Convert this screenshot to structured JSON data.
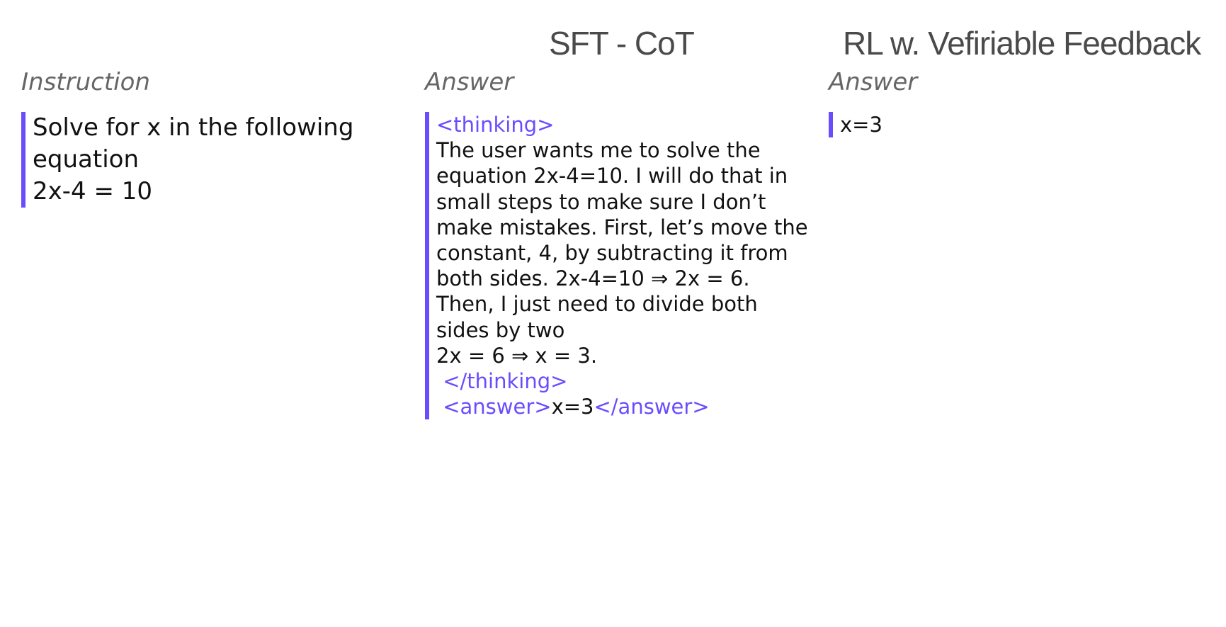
{
  "headers": {
    "sft_title": "SFT - CoT",
    "rl_title": "RL w. Vefiriable Feedback"
  },
  "columns": {
    "instruction_label": "Instruction",
    "sft_label": "Answer",
    "rl_label": "Answer"
  },
  "instruction": {
    "lines": [
      "Solve for x in the following",
      "equation",
      "2x-4 = 10"
    ]
  },
  "sft_answer": {
    "thinking_open": "<thinking>",
    "body_lines": [
      "The user wants me to solve the",
      "equation 2x-4=10. I will do that in",
      "small steps to make sure I don’t",
      "make mistakes. First, let’s move the",
      "constant, 4, by subtracting it from",
      "both sides. 2x-4=10 ⇒ 2x = 6.",
      "Then, I just need to divide both",
      "sides by two",
      "2x = 6 ⇒ x = 3."
    ],
    "thinking_close": " </thinking>",
    "answer_open": " <answer>",
    "answer_value": "x=3",
    "answer_close": "</answer>"
  },
  "rl_answer": {
    "value": "x=3"
  },
  "colors": {
    "accent": "#6a4cff",
    "title": "#4a4a4a",
    "label": "#666666"
  }
}
